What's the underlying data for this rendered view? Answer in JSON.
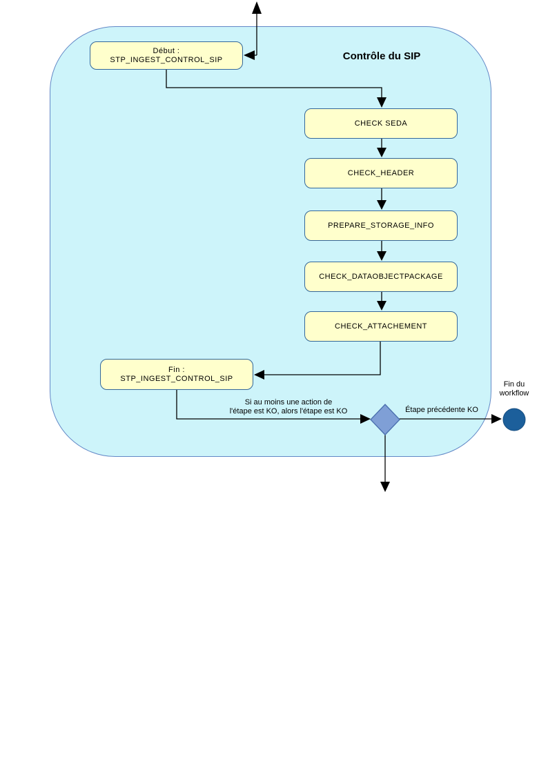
{
  "diagram": {
    "title": "Contrôle du SIP",
    "start_node": {
      "label_line1": "Début :",
      "label_line2": "STP_INGEST_CONTROL_SIP"
    },
    "steps": [
      "CHECK SEDA",
      "CHECK_HEADER",
      "PREPARE_STORAGE_INFO",
      "CHECK_DATAOBJECTPACKAGE",
      "CHECK_ATTACHEMENT"
    ],
    "end_node": {
      "label_line1": "Fin :",
      "label_line2": "STP_INGEST_CONTROL_SIP"
    },
    "edge_labels": {
      "ko_condition_line1": "Si au moins une action de",
      "ko_condition_line2": "l'étape est KO, alors l'étape est KO",
      "previous_step_ko": "Étape précédente KO"
    },
    "end_event": {
      "label_line1": "Fin du",
      "label_line2": "workflow"
    },
    "colors": {
      "container_fill": "#cdf4fa",
      "container_border": "#6187c6",
      "node_fill": "#ffffcc",
      "node_border": "#336699",
      "decision_fill": "#7f9fd6",
      "decision_border": "#4a6fae",
      "end_event_fill": "#1c5f9b",
      "connector": "#000000"
    }
  }
}
